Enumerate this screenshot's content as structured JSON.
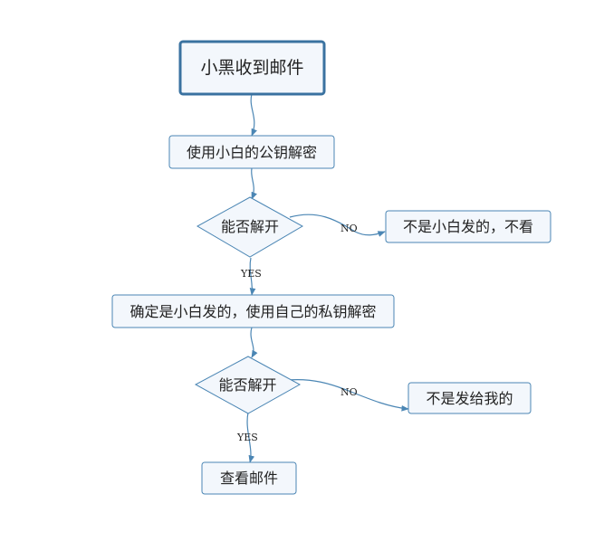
{
  "colors": {
    "stroke": "#4b86b4",
    "start_stroke": "#3a72a0",
    "fill": "#f3f7fc",
    "text": "#222222"
  },
  "nodes": {
    "start": "小黑收到邮件",
    "decrypt_public": "使用小白的公钥解密",
    "decision1": "能否解开",
    "not_from_white": "不是小白发的，不看",
    "confirm_decrypt_private": "确定是小白发的，使用自己的私钥解密",
    "decision2": "能否解开",
    "not_for_me": "不是发给我的",
    "read_mail": "查看邮件"
  },
  "edges": {
    "d1_no": "NO",
    "d1_yes": "YES",
    "d2_no": "NO",
    "d2_yes": "YES"
  }
}
